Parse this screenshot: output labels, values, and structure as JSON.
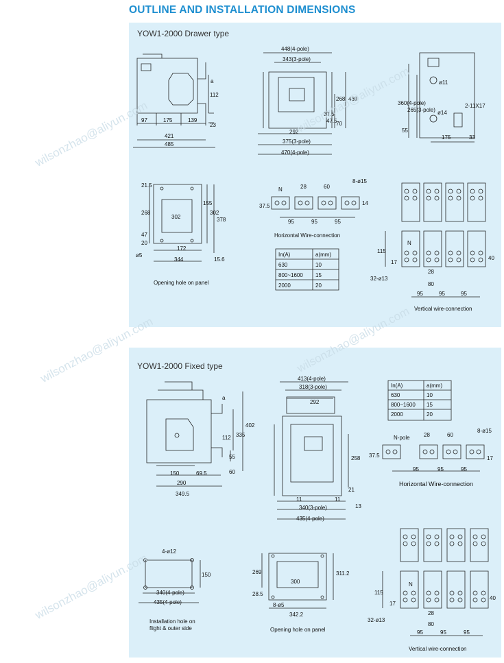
{
  "page_title": "OUTLINE AND INSTALLATION DIMENSIONS",
  "watermark": "wilsonzhao@aliyun.com",
  "drawer": {
    "title": "YOW1-2000 Drawer type",
    "side_view": {
      "a": "a",
      "d112": "112",
      "d23": "23",
      "d97": "97",
      "d175": "175",
      "d139": "139",
      "d421": "421",
      "d485": "485"
    },
    "front_view": {
      "w448": "448(4-pole)",
      "w343": "343(3-pole)",
      "h439": "439",
      "h268": "268",
      "d37_5": "37.5",
      "d47_5": "47.5",
      "d70": "70",
      "d292": "292",
      "w375": "375(3-pole)",
      "w470": "470(4-pole)"
    },
    "right_view": {
      "h360": "360(4-pole)",
      "h265": "265(3-pole)",
      "d11": "ø11",
      "d14": "ø14",
      "slot": "2-11X17",
      "d55": "55",
      "d175": "175",
      "d33": "33"
    },
    "panel_view": {
      "d21_5": "21.5",
      "d268": "268",
      "d302a": "302",
      "d155": "155",
      "d302b": "302",
      "d378": "378",
      "d47": "47",
      "d20": "20",
      "d172": "172",
      "d344": "344",
      "d15_6": "15.6",
      "hole": "ø5",
      "caption": "Opening hole on panel"
    },
    "horizontal": {
      "n": "N",
      "d28": "28",
      "d60": "60",
      "hole": "8-ø15",
      "d37_5": "37.5",
      "d14": "14",
      "d95a": "95",
      "d95b": "95",
      "d95c": "95",
      "caption": "Horizontal Wire-connection"
    },
    "table": {
      "headers": [
        "In(A)",
        "a(mm)"
      ],
      "rows": [
        [
          "630",
          "10"
        ],
        [
          "800~1600",
          "15"
        ],
        [
          "2000",
          "20"
        ]
      ]
    },
    "vertical": {
      "n": "N",
      "d115": "115",
      "d17": "17",
      "d40": "40",
      "d28": "28",
      "d80": "80",
      "hole": "32-ø13",
      "d95a": "95",
      "d95b": "95",
      "d95c": "95",
      "caption": "Vertical wire-connection"
    }
  },
  "fixed": {
    "title": "YOW1-2000 Fixed type",
    "side_view": {
      "a": "a",
      "d112": "112",
      "d335": "335",
      "d402": "402",
      "d55": "55",
      "d60": "60",
      "d150": "150",
      "d69_5": "69.5",
      "d290": "290",
      "d349_5": "349.5"
    },
    "front_view": {
      "w413": "413(4-pole)",
      "w318": "318(3-pole)",
      "d292": "292",
      "h258": "258",
      "d21": "21",
      "d11a": "11",
      "d11b": "11",
      "d13": "13",
      "w340": "340(3-pole)",
      "w435": "435(4-pole)"
    },
    "table": {
      "headers": [
        "In(A)",
        "a(mm)"
      ],
      "rows": [
        [
          "630",
          "10"
        ],
        [
          "800~1600",
          "15"
        ],
        [
          "2000",
          "20"
        ]
      ]
    },
    "horizontal": {
      "npole": "N-pole",
      "d28": "28",
      "d60": "60",
      "hole": "8-ø15",
      "d37_5": "37.5",
      "d17": "17",
      "d95a": "95",
      "d95b": "95",
      "d95c": "95",
      "caption": "Horizontal Wire-connection"
    },
    "install": {
      "hole": "4-ø12",
      "d150": "150",
      "d340": "340(4-pole)",
      "d435": "435(4-pole)",
      "caption1": "Installation hole on",
      "caption2": "flight & outer side"
    },
    "panel_view": {
      "d269": "269",
      "d311": "311.2",
      "d300": "300",
      "d28_5": "28.5",
      "hole": "8-ø5",
      "d342": "342.2",
      "caption": "Opening hole on panel"
    },
    "vertical": {
      "n": "N",
      "d115": "115",
      "d17": "17",
      "d40": "40",
      "d28": "28",
      "d80": "80",
      "hole": "32-ø13",
      "d95a": "95",
      "d95b": "95",
      "d95c": "95",
      "caption": "Vertical wire-connection"
    }
  },
  "colors": {
    "title": "#1f8fd0",
    "panel": "#dbeff9",
    "line": "#222222"
  }
}
